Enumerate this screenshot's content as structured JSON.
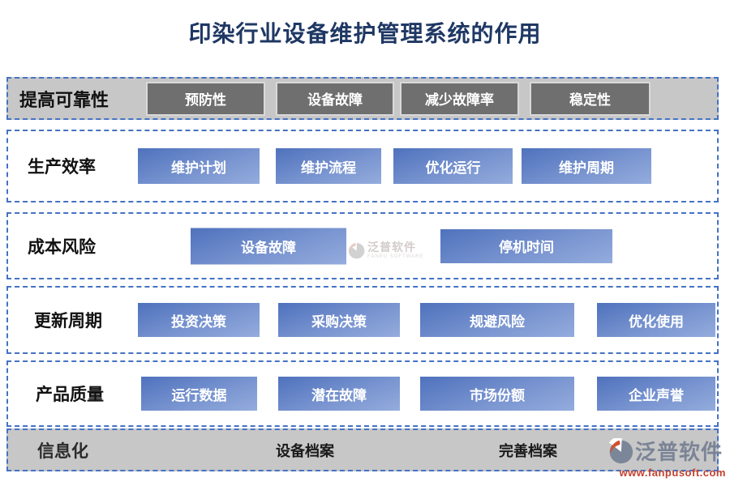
{
  "title": "印染行业设备维护管理系统的作用",
  "rows": [
    {
      "label": "提高可靠性",
      "style": "gray-band",
      "items": [
        "预防性",
        "设备故障",
        "减少故障率",
        "稳定性"
      ]
    },
    {
      "label": "生产效率",
      "style": "dashed-white",
      "items": [
        "维护计划",
        "维护流程",
        "优化运行",
        "维护周期"
      ]
    },
    {
      "label": "成本风险",
      "style": "dashed-white",
      "items": [
        "设备故障",
        "停机时间"
      ]
    },
    {
      "label": "更新周期",
      "style": "dashed-white",
      "items": [
        "投资决策",
        "采购决策",
        "规避风险",
        "优化使用"
      ]
    },
    {
      "label": "产品质量",
      "style": "dashed-white",
      "items": [
        "运行数据",
        "潜在故障",
        "市场份额",
        "企业声誉"
      ]
    },
    {
      "label": "信息化",
      "style": "gray-band",
      "items": [
        "设备档案",
        "完善档案"
      ]
    }
  ],
  "watermark": {
    "name": "泛普软件",
    "subtext": "FANPU SOFTWARE"
  },
  "logo": {
    "name": "泛普软件",
    "url": "www.fanpusoft.com"
  },
  "colors": {
    "title_navy": "#1F3864",
    "dashed_border_blue": "#4472C4",
    "band_gray": "#C7C7C7",
    "gray_box": "#6F6F6F",
    "blue_box_dark": "#4F72BD",
    "blue_box_light": "#94ACDD",
    "logo_slate": "#7B8496",
    "logo_orange": "#D1502F",
    "url_red": "#C4402E"
  }
}
